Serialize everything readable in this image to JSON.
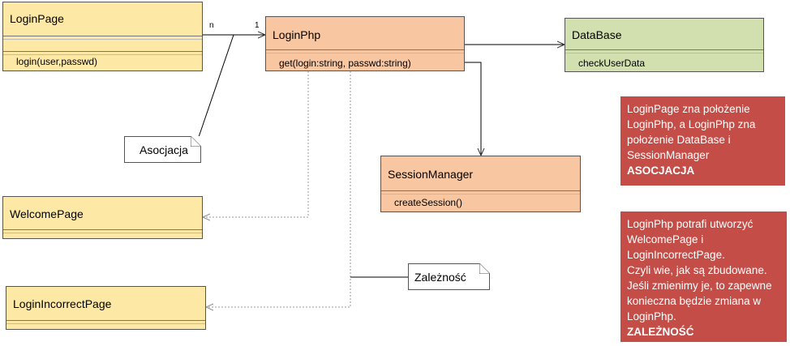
{
  "classes": {
    "login_page": {
      "name": "LoginPage",
      "operation": "login(user,passwd)"
    },
    "login_php": {
      "name": "LoginPhp",
      "operation": "get(login:string, passwd:string)"
    },
    "database": {
      "name": "DataBase",
      "operation": "checkUserData"
    },
    "session_manager": {
      "name": "SessionManager",
      "operation": "createSession()"
    },
    "welcome_page": {
      "name": "WelcomePage"
    },
    "login_incorrect_page": {
      "name": "LoginIncorrectPage"
    }
  },
  "multiplicity": {
    "source": "n",
    "target": "1"
  },
  "notes": {
    "association": "Asocjacja",
    "dependency": "Zależność"
  },
  "info_boxes": {
    "association": {
      "lines": [
        "LoginPage zna położenie",
        "LoginPhp, a LoginPhp zna",
        "położenie DataBase i",
        "SessionManager"
      ],
      "keyword": "ASOCJACJA"
    },
    "dependency": {
      "lines": [
        "LoginPhp potrafi utworzyć",
        "WelcomePage i",
        "LoginIncorrectPage.",
        "Czyli wie, jak są zbudowane.",
        "Jeśli zmienimy je, to zapewne",
        "konieczna będzie zmiana w",
        "LoginPhp."
      ],
      "keyword": "ZALEŻNOŚĆ"
    }
  },
  "colors": {
    "boundary_class": "#fde9a5",
    "control_class": "#f8c6a0",
    "entity_class": "#d2e0b0",
    "info_box": "#c44d47"
  }
}
